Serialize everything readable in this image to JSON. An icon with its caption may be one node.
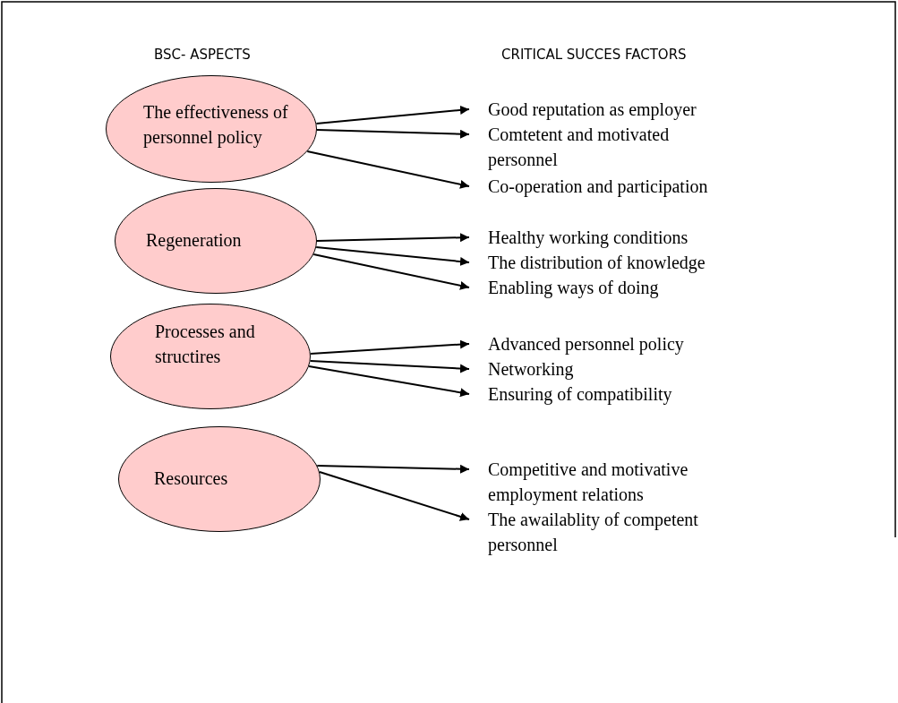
{
  "diagram": {
    "nodes": [
      {
        "text": [
          "The effectiveness of personnel policy"
        ]
      },
      {
        "text": [
          "Regeneration"
        ]
      },
      {
        "text": [
          "Processes and structires"
        ]
      },
      {
        "text": [
          "Resources"
        ]
      },
      {
        "text": [
          "Good reputation as employer"
        ]
      },
      {
        "text": [
          "Comtetent and motivated personnel"
        ]
      },
      {
        "text": [
          "Co-operation and participation"
        ]
      },
      {
        "text": [
          "Healthy working conditions"
        ]
      },
      {
        "text": [
          "The distribution of knowledge"
        ]
      },
      {
        "text": [
          "Enabling ways of doing"
        ]
      },
      {
        "text": [
          "Advanced personnel policy"
        ]
      },
      {
        "text": [
          "Networking"
        ]
      },
      {
        "text": [
          "Ensuring of compatibility"
        ]
      },
      {
        "text": [
          "Competitive and motivative employment relations"
        ]
      },
      {
        "text": [
          "The awailablity of competent personnel"
        ]
      }
    ],
    "edges": [
      {
        "from": 0,
        "to": 4,
        "arrow": "to"
      },
      {
        "from": 0,
        "to": 5,
        "arrow": "to"
      },
      {
        "from": 0,
        "to": 6,
        "arrow": "to"
      },
      {
        "from": 1,
        "to": 7,
        "arrow": "to"
      },
      {
        "from": 1,
        "to": 8,
        "arrow": "to"
      },
      {
        "from": 1,
        "to": 9,
        "arrow": "to"
      },
      {
        "from": 2,
        "to": 10,
        "arrow": "to"
      },
      {
        "from": 2,
        "to": 11,
        "arrow": "to"
      },
      {
        "from": 2,
        "to": 12,
        "arrow": "to"
      },
      {
        "from": 3,
        "to": 13,
        "arrow": "to"
      },
      {
        "from": 3,
        "to": 14,
        "arrow": "to"
      }
    ],
    "labels": [
      "BSC- ASPECTS",
      "CRITICAL SUCCES FACTORS"
    ]
  }
}
